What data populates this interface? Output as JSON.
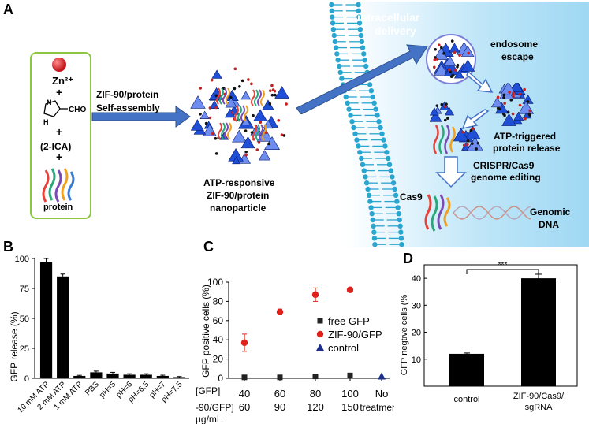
{
  "panelA": {
    "letter": "A",
    "zn": "Zn²⁺",
    "plus1": "+",
    "cho": "CHO",
    "nh": "N",
    "h": "H",
    "plus2": "+",
    "ica": "(2-ICA)",
    "plus3": "+",
    "protein": "protein",
    "arrow_line1": "ZIF-90/protein",
    "arrow_line2": "Self-assembly",
    "np_line1": "ATP-responsive",
    "np_line2": "ZIF-90/protein",
    "np_line3": "nanoparticle",
    "intracellular1": "intracellular",
    "intracellular2": "delivery",
    "endosome1": "endosome",
    "endosome2": "escape",
    "atp1": "ATP-triggered",
    "atp2": "protein release",
    "crispr1": "CRISPR/Cas9",
    "crispr2": "genome editing",
    "cas9": "Cas9",
    "genomic1": "Genomic",
    "genomic2": "DNA"
  },
  "panelB": {
    "letter": "B",
    "chart_data": {
      "type": "bar",
      "categories": [
        "10 mM ATP",
        "2 mM ATP",
        "1 mM ATP",
        "PBS",
        "pH=5",
        "pH=6",
        "pH=6.5",
        "pH=7",
        "pH=7.5"
      ],
      "values": [
        97,
        85,
        2,
        5,
        4,
        3,
        3,
        2,
        1
      ],
      "errors": [
        3,
        2,
        0.5,
        1,
        1,
        0.8,
        0.8,
        0.6,
        0.5
      ],
      "ylabel": "GFP release (%)",
      "ylim": [
        0,
        100
      ],
      "yticks": [
        "0",
        "25",
        "50",
        "75",
        "100"
      ]
    }
  },
  "panelC": {
    "letter": "C",
    "chart_data": {
      "type": "scatter",
      "ylabel": "GFP positive cells (%)",
      "ylim": [
        0,
        100
      ],
      "yticks": [
        "0",
        "20",
        "40",
        "60",
        "80",
        "100"
      ],
      "xrow1_label": "[GFP]",
      "xrow2_label": "-90/GFP]",
      "xrow3_label": "µg/mL",
      "xrow1": [
        "40",
        "60",
        "80",
        "100",
        "No"
      ],
      "xrow2": [
        "60",
        "90",
        "120",
        "150",
        "treatmen"
      ],
      "series": [
        {
          "name": "free GFP",
          "color": "#222222",
          "marker": "square",
          "values": [
            1,
            1,
            2,
            3
          ]
        },
        {
          "name": "ZIF-90/GFP",
          "color": "#e0201b",
          "marker": "circle",
          "values": [
            37,
            69,
            87,
            92
          ],
          "errors": [
            9,
            3,
            7,
            1
          ]
        },
        {
          "name": "control",
          "color": "#1c2f8a",
          "marker": "triangle",
          "values": [
            2
          ]
        }
      ]
    }
  },
  "panelD": {
    "letter": "D",
    "chart_data": {
      "type": "bar",
      "categories": [
        "control",
        "ZIF-90/Cas9/\nsgRNA"
      ],
      "cat1": "control",
      "cat2a": "ZIF-90/Cas9/",
      "cat2b": "sgRNA",
      "values": [
        12,
        40
      ],
      "errors": [
        0.3,
        1.5
      ],
      "ylabel": "GFP negtive cells (%",
      "ylim": [
        0,
        45
      ],
      "yticks": [
        "10",
        "20",
        "30",
        "40"
      ],
      "significance": "***"
    }
  }
}
